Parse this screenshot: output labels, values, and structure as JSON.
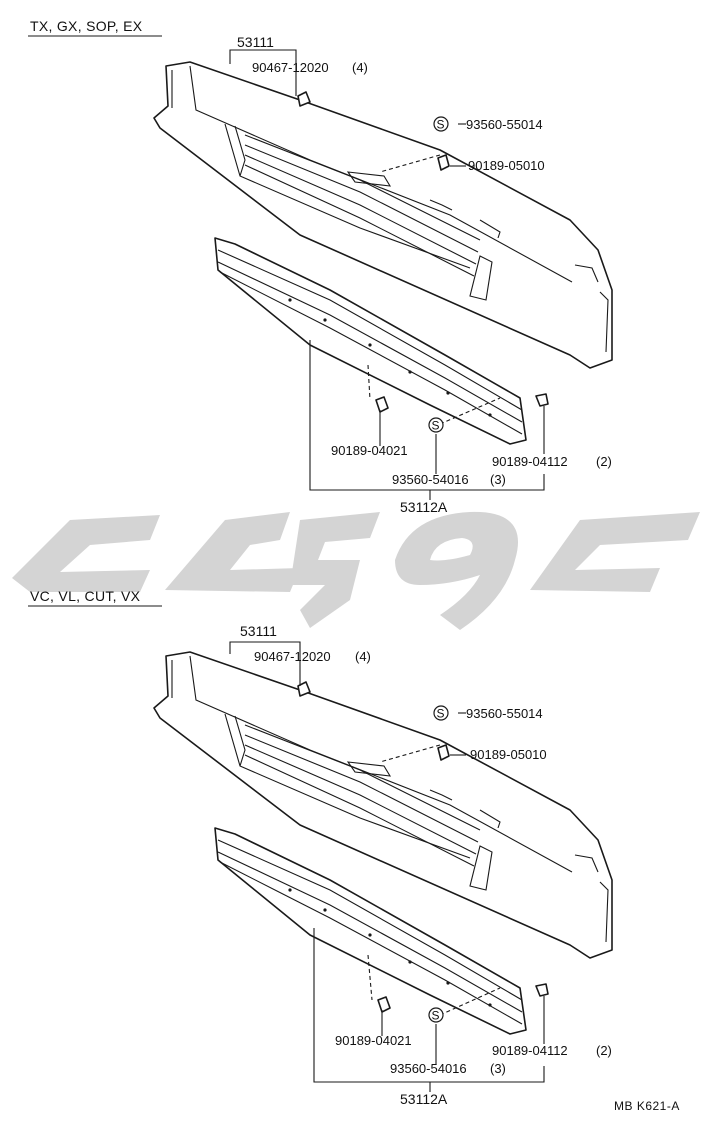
{
  "sections": [
    {
      "models": "TX, GX, SOP, EX",
      "callouts": {
        "grille_assembly": "53111",
        "clip_top": "90467-12020",
        "clip_top_qty": "(4)",
        "screw_s": "93560-55014",
        "nut_right": "90189-05010",
        "nut_left": "90189-04021",
        "screw_bottom": "93560-54016",
        "screw_bottom_qty": "(3)",
        "nut_bottom_right": "90189-04112",
        "nut_bottom_right_qty": "(2)",
        "lower_grille": "53112A"
      }
    },
    {
      "models": "VC, VL, CUT, VX",
      "callouts": {
        "grille_assembly": "53111",
        "clip_top": "90467-12020",
        "clip_top_qty": "(4)",
        "screw_s": "93560-55014",
        "nut_right": "90189-05010",
        "nut_left": "90189-04021",
        "screw_bottom": "93560-54016",
        "screw_bottom_qty": "(3)",
        "nut_bottom_right": "90189-04112",
        "nut_bottom_right_qty": "(2)",
        "lower_grille": "53112A"
      }
    }
  ],
  "s_symbol": "S",
  "drawing_code": "MB K621-A",
  "colors": {
    "line": "#1a1a1a",
    "watermark": "#d4d4d4"
  }
}
